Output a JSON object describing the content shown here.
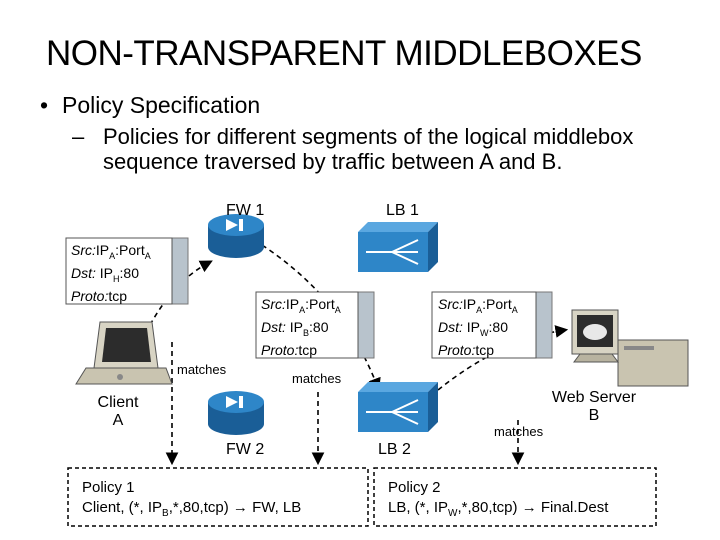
{
  "slide": {
    "title": "NON-TRANSPARENT MIDDLEBOXES",
    "bullet_1": "Policy Specification",
    "bullet_2": "Policies for different segments of the logical middlebox sequence traversed by traffic between A and B."
  },
  "diagram": {
    "fw1_label": "FW 1",
    "lb1_label": "LB 1",
    "fw2_label": "FW 2",
    "lb2_label": "LB 2",
    "client_label_1": "Client",
    "client_label_2": "A",
    "server_label_1": "Web Server",
    "server_label_2": "B",
    "matches_1": "matches",
    "matches_2": "matches",
    "matches_3": "matches",
    "header_1": {
      "src_key": "Src:",
      "src_val": "IP",
      "src_sub": "A",
      "src_port": ":Port",
      "src_port_sub": "A",
      "dst_key": "Dst:",
      "dst_val": "IP",
      "dst_sub": "H",
      "dst_port": ":80",
      "proto_key": "Proto:",
      "proto_val": "tcp"
    },
    "header_2": {
      "src_key": "Src:",
      "src_val": "IP",
      "src_sub": "A",
      "src_port": ":Port",
      "src_port_sub": "A",
      "dst_key": "Dst:",
      "dst_val": "IP",
      "dst_sub": "B",
      "dst_port": ":80",
      "proto_key": "Proto:",
      "proto_val": "tcp"
    },
    "header_3": {
      "src_key": "Src:",
      "src_val": "IP",
      "src_sub": "A",
      "src_port": ":Port",
      "src_port_sub": "A",
      "dst_key": "Dst:",
      "dst_val": "IP",
      "dst_sub": "W",
      "dst_port": ":80",
      "proto_key": "Proto:",
      "proto_val": "tcp"
    },
    "policy_1": {
      "title": "Policy 1",
      "rule_prefix": "Client,  (*, IP",
      "rule_sub": "B",
      "rule_suffix": ",*,80,tcp)",
      "rule_arrow": "→",
      "rule_target": "FW, LB"
    },
    "policy_2": {
      "title": "Policy 2",
      "rule_prefix": "LB,  (*, IP",
      "rule_sub": "W",
      "rule_suffix": ",*,80,tcp)",
      "rule_arrow": "→",
      "rule_target": "Final.Dest"
    },
    "colors": {
      "device_blue": "#2e86c8",
      "device_dark": "#1a5e97",
      "header_bar": "#b8c3cc"
    }
  }
}
